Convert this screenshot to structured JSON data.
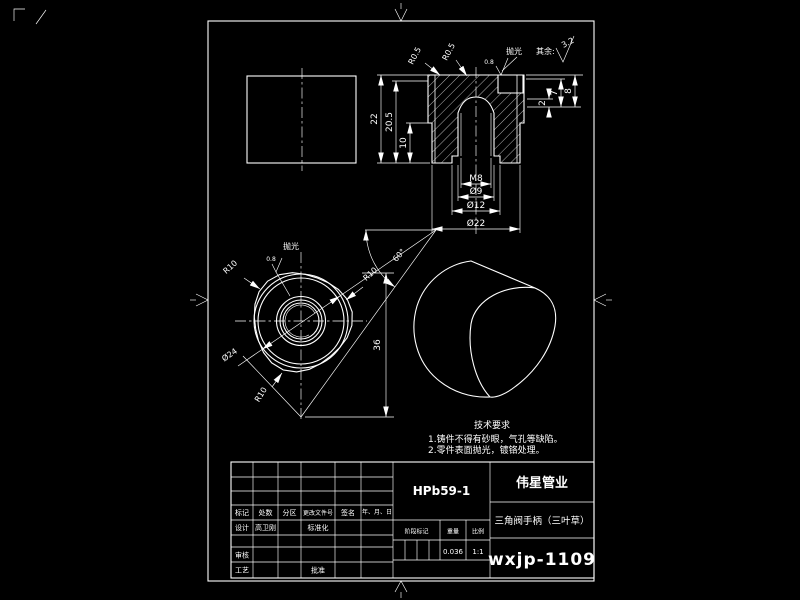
{
  "surface_note": {
    "rest_label": "其余:",
    "rest_value": "3.2"
  },
  "section_view": {
    "dim_height_total": "22",
    "dim_height_mid": "20.5",
    "dim_height_boss": "10",
    "dim_thread": "M8",
    "dim_drill": "Ø9",
    "dim_counterbore": "Ø12",
    "dim_boss_dia": "Ø22",
    "dim_depth_small": "2",
    "dim_depth_mid": "7",
    "dim_depth_large": "8",
    "fillet_1": "R0.5",
    "fillet_2": "R0.5",
    "polish_label": "抛光",
    "polish_value": "0.8"
  },
  "front_view": {
    "radius_1": "R10",
    "radius_2": "R10",
    "radius_3": "R10",
    "diameter": "Ø24",
    "angle": "60°",
    "height": "36",
    "polish_label": "抛光",
    "polish_value": "0.8"
  },
  "tech_requirements": {
    "title": "技术要求",
    "item_1": "1.铸件不得有砂眼，气孔等缺陷。",
    "item_2": "2.零件表面抛光，镀铬处理。"
  },
  "title_block": {
    "company": "伟星管业",
    "part_name": "三角阀手柄（三叶草）",
    "drawing_no": "wxjp-1109",
    "material": "HPb59-1",
    "stage_label": "阶段标记",
    "weight_label": "重量",
    "scale_label": "比例",
    "weight_value": "0.036",
    "scale_value": "1:1",
    "col_mark": "标记",
    "col_count": "处数",
    "col_zone": "分区",
    "col_doc_no": "更改文件号",
    "col_sign": "签名",
    "col_date": "年、月、日",
    "row_design": "设计",
    "designer_name": "高卫刚",
    "row_standard": "标准化",
    "row_check": "审核",
    "row_process": "工艺",
    "row_approve": "批准"
  },
  "colors": {
    "background": "#000000",
    "line": "#ffffff"
  }
}
